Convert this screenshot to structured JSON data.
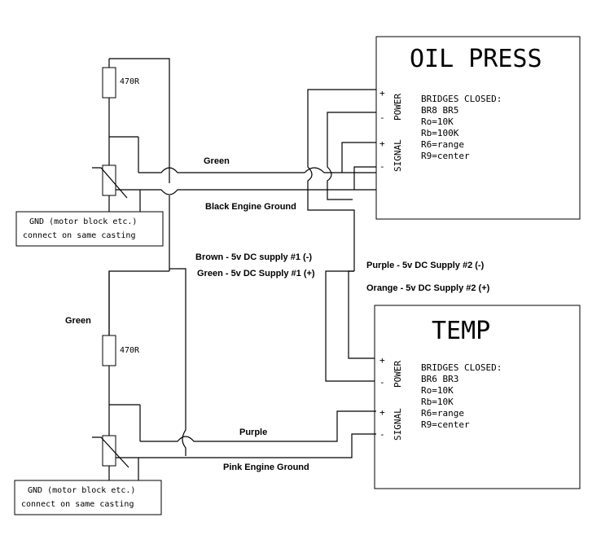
{
  "oil": {
    "title": "OIL PRESS",
    "power_label": "POWER",
    "signal_label": "SIGNAL",
    "plus": "+",
    "minus": "-",
    "bridges_header": "BRIDGES CLOSED:",
    "bridges": [
      "BR8 BR5",
      "Ro=10K",
      "Rb=100K",
      "R6=range",
      "R9=center"
    ]
  },
  "temp": {
    "title": "TEMP",
    "power_label": "POWER",
    "signal_label": "SIGNAL",
    "plus": "+",
    "minus": "-",
    "bridges_header": "BRIDGES CLOSED:",
    "bridges": [
      "BR6 BR3",
      "Ro=10K",
      "Rb=10K",
      "R6=range",
      "R9=center"
    ]
  },
  "resistor_top": "470R",
  "resistor_bottom": "470R",
  "gnd_top": [
    "GND (motor block etc.)",
    "connect on same casting"
  ],
  "gnd_bottom": [
    "GND (motor block etc.)",
    "connect on same casting"
  ],
  "wires": {
    "green_top": "Green",
    "black_ground": "Black  Engine Ground",
    "brown_supply1": "Brown - 5v DC supply #1 (-)",
    "green_supply1": "Green - 5v DC Supply #1 (+)",
    "purple_supply2": "Purple - 5v DC Supply #2 (-)",
    "orange_supply2": "Orange - 5v DC Supply #2 (+)",
    "green_left": "Green",
    "purple_signal": "Purple",
    "pink_ground": "Pink   Engine Ground"
  }
}
